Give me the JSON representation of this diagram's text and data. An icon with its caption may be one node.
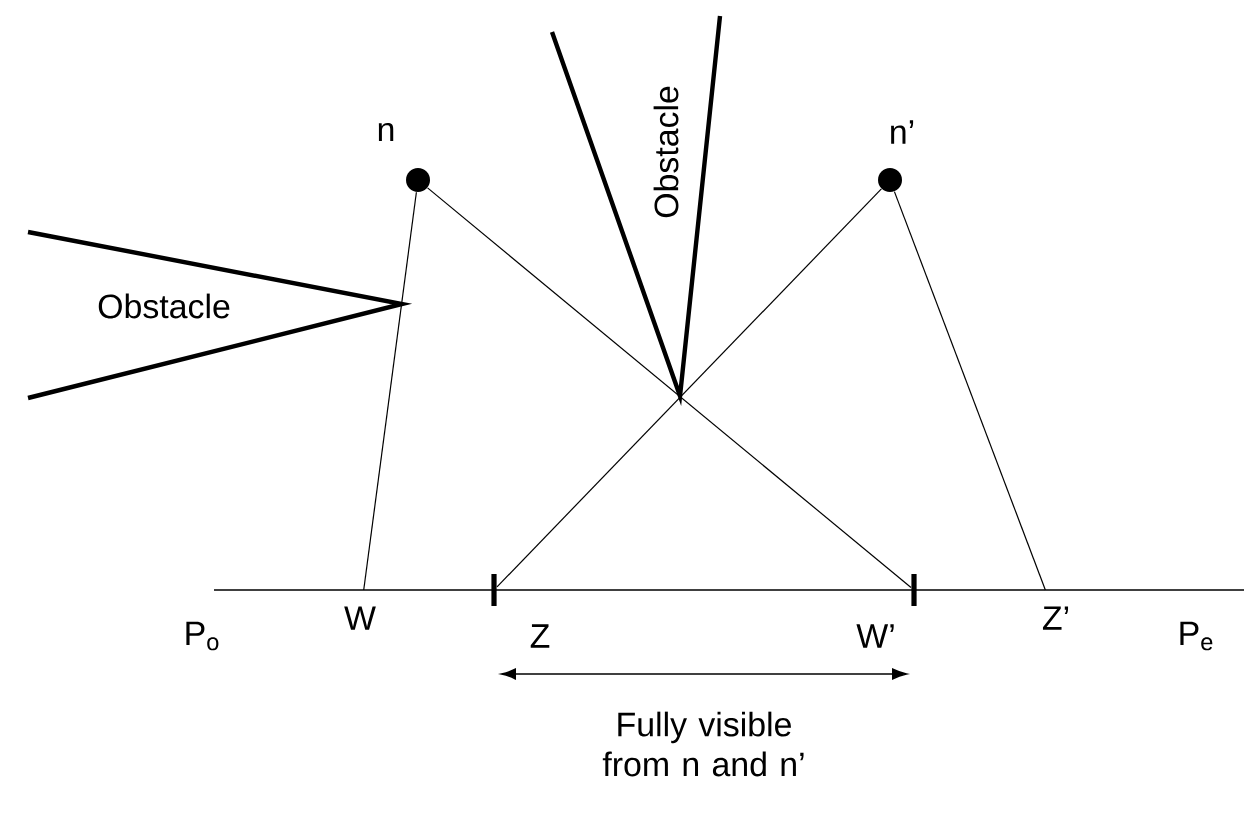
{
  "diagram": {
    "nodes": [
      {
        "text": [],
        "shape": "circle",
        "beside": [
          "n"
        ]
      },
      {
        "text": [],
        "shape": "circle",
        "beside": [
          "n’"
        ]
      },
      {
        "text": [
          "W"
        ]
      },
      {
        "text": [],
        "shape": "bar",
        "beside": [
          "Z"
        ]
      },
      {
        "text": [],
        "shape": "bar",
        "beside": [
          "W’"
        ]
      },
      {
        "text": [
          "Z’"
        ]
      },
      {
        "text": [
          "Obstacle"
        ]
      },
      {
        "text": [
          "Obstacle"
        ]
      }
    ],
    "edges": [
      {
        "from": 0,
        "to": 2,
        "arrow": "none"
      },
      {
        "from": 0,
        "to": 4,
        "arrow": "none"
      },
      {
        "from": 1,
        "to": 3,
        "arrow": "none"
      },
      {
        "from": 1,
        "to": 5,
        "arrow": "none"
      }
    ],
    "labels": [
      "P$_{o}$",
      "P$_{e}$",
      "Fully visible from n and n’"
    ]
  }
}
